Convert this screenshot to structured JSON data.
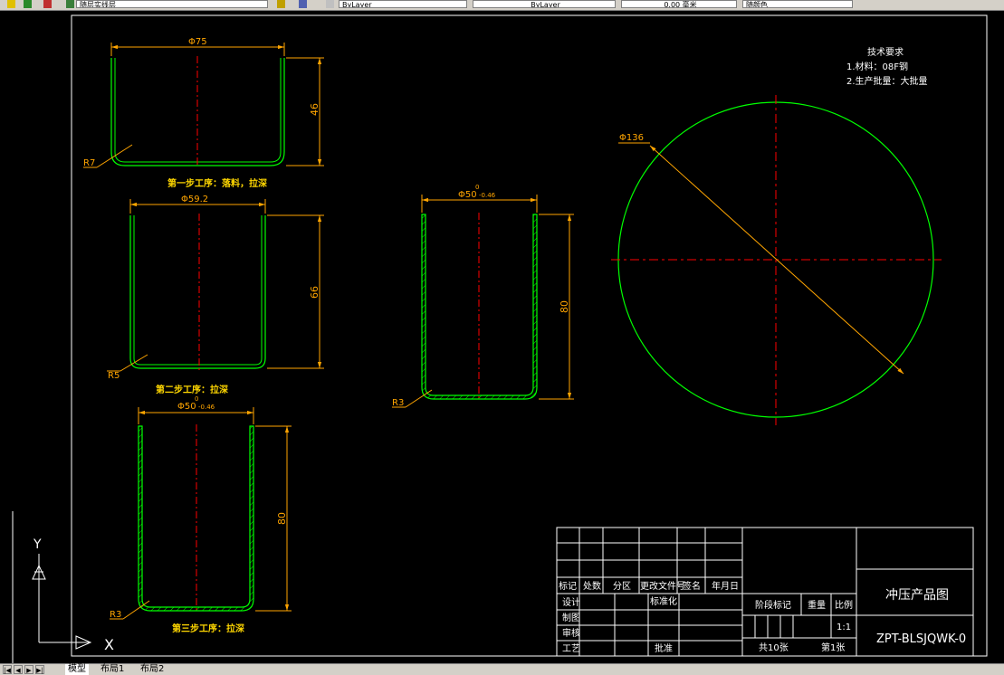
{
  "toolbar": {
    "style_combo": "随层实线层",
    "layer_combo": "ByLayer",
    "linetype_combo": "ByLayer",
    "lineweight_combo": "0.00 毫米",
    "plot_style_combo": "随颜色"
  },
  "drawing": {
    "tech": {
      "title": "技术要求",
      "line1": "1.材料：08F钢",
      "line2": "2.生产批量：大批量"
    },
    "cup1": {
      "dia": "Φ75",
      "height": "46",
      "radius": "R7",
      "caption": "第一步工序：落料，拉深"
    },
    "cup2": {
      "dia": "Φ59.2",
      "height": "66",
      "radius": "R5",
      "caption": "第二步工序：拉深"
    },
    "cup3": {
      "dia": "Φ50",
      "tol_upper": "0",
      "tol_lower": "-0.46",
      "height": "80",
      "radius": "R3",
      "caption": "第三步工序：拉深"
    },
    "cup4": {
      "dia": "Φ50",
      "tol_upper": "0",
      "tol_lower": "-0.46",
      "height": "80",
      "radius": "R3"
    },
    "blank": {
      "dia": "Φ136"
    },
    "ucs": {
      "x": "X",
      "y": "Y"
    }
  },
  "titleblock": {
    "h_mark": "标记",
    "h_count": "处数",
    "h_zone": "分区",
    "h_docno": "更改文件号",
    "h_sign": "签名",
    "h_date": "年月日",
    "design": "设计",
    "standard": "标准化",
    "draw": "制图",
    "check": "审核",
    "process": "工艺",
    "approve": "批准",
    "stage": "阶段标记",
    "weight": "重量",
    "scale": "比例",
    "scale_val": "1:1",
    "sheets": "共10张",
    "sheet_no": "第1张",
    "name": "冲压产品图",
    "code": "ZPT-BLSJQWK-0"
  },
  "tabs": [
    "模型",
    "布局1",
    "布局2"
  ],
  "colors": {
    "outline": "#00ff00",
    "center": "#ff0000",
    "dim": "#ffa500",
    "frame": "#ffffff",
    "text": "#ffd700"
  }
}
